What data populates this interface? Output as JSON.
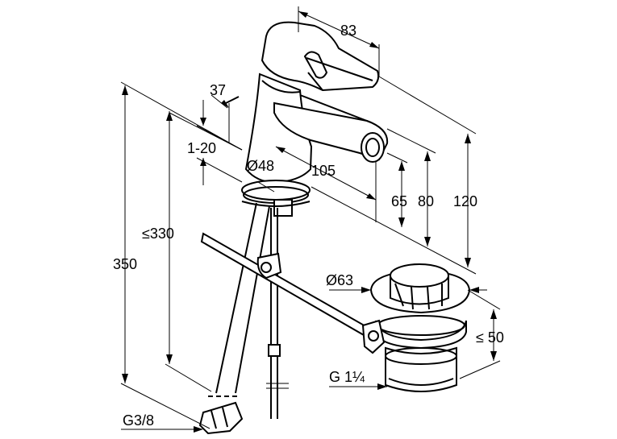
{
  "dimensions": {
    "width_spout_reach": "83",
    "offset_37": "37",
    "adjust_range": "1-20",
    "diameter_base": "Ø48",
    "spout_projection": "105",
    "height_65": "65",
    "height_80": "80",
    "height_120": "120",
    "max_height_330": "≤330",
    "total_height_350": "350",
    "waste_diameter": "Ø63",
    "waste_height_max": "≤ 50",
    "waste_thread": "G 1¼",
    "supply_thread": "G3/8"
  },
  "colors": {
    "line": "#000000",
    "background": "#ffffff",
    "shade": "#d9d9d9"
  }
}
